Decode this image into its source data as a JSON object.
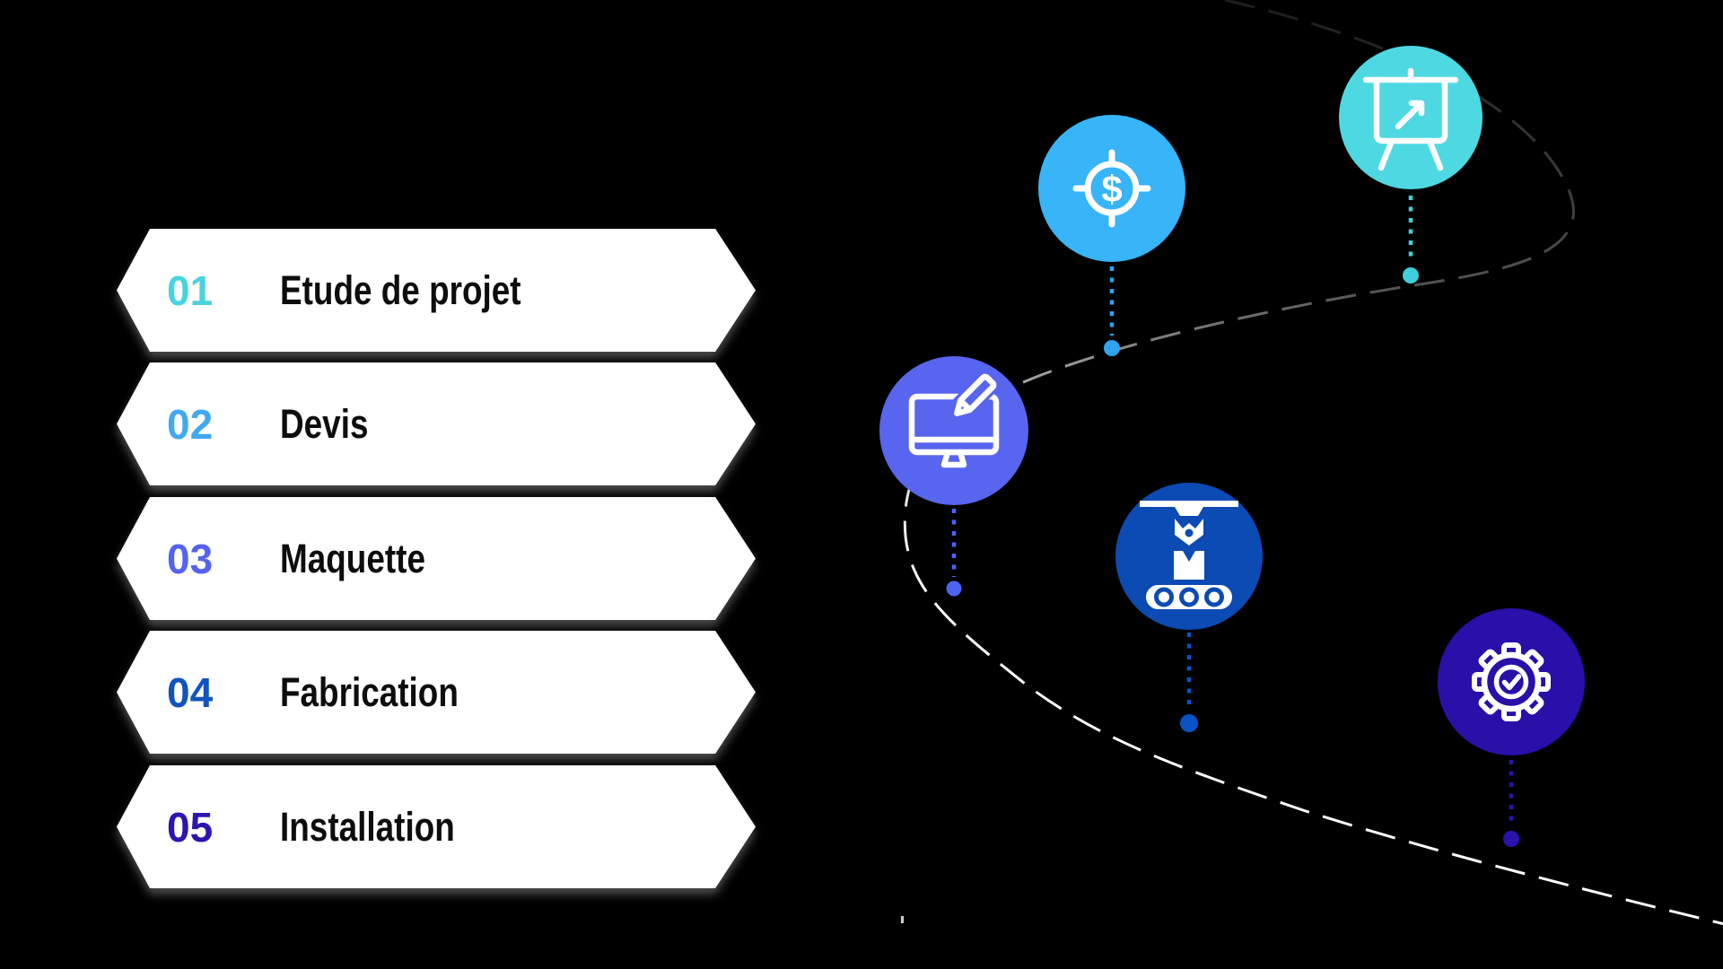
{
  "background": "#000000",
  "steps": [
    {
      "number": "01",
      "label": "Etude de projet",
      "accent": "#49D3DE",
      "circle": "#4ED8E2",
      "connector": "#3ECFDC",
      "icon": "presentation-board-arrow-icon"
    },
    {
      "number": "02",
      "label": "Devis",
      "accent": "#41A8F2",
      "circle": "#38B4F8",
      "connector": "#2FA3EE",
      "icon": "dollar-target-icon",
      "icon_glyph": "$"
    },
    {
      "number": "03",
      "label": "Maquette",
      "accent": "#5463F2",
      "circle": "#5865EF",
      "connector": "#4C63F2",
      "icon": "monitor-edit-icon"
    },
    {
      "number": "04",
      "label": "Fabrication",
      "accent": "#1254BE",
      "circle": "#0C4AB4",
      "connector": "#0B52C6",
      "icon": "conveyor-manufacturing-icon"
    },
    {
      "number": "05",
      "label": "Installation",
      "accent": "#2D15AE",
      "circle": "#2A0FA9",
      "connector": "#2A12AD",
      "icon": "gear-check-icon"
    }
  ],
  "route": {
    "dash_color_top": "#1d1d1d",
    "dash_color_mid": "#9a9a9a",
    "dash_color_bottom": "#FFFFFF"
  }
}
